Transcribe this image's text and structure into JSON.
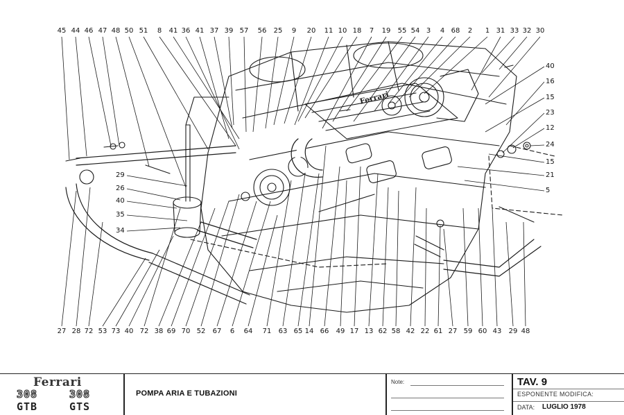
{
  "diagram": {
    "subject": "Ferrari 308 air pump and hoses exploded view",
    "top_labels": [
      "45",
      "44",
      "46",
      "47",
      "48",
      "50",
      "51",
      "8",
      "41",
      "36",
      "41",
      "37",
      "39",
      "57",
      "56",
      "25",
      "9",
      "20",
      "11",
      "10",
      "18",
      "7",
      "19",
      "55",
      "54",
      "3",
      "4",
      "68",
      "2",
      "1",
      "31",
      "33",
      "32",
      "30"
    ],
    "right_labels": [
      "40",
      "16",
      "15",
      "23",
      "12",
      "24",
      "15",
      "21",
      "5"
    ],
    "left_labels": [
      "29",
      "26",
      "40",
      "35",
      "34"
    ],
    "bottom_labels": [
      "27",
      "28",
      "72",
      "53",
      "73",
      "40",
      "72",
      "38",
      "69",
      "70",
      "52",
      "67",
      "6",
      "64",
      "71",
      "63",
      "65",
      "14",
      "66",
      "49",
      "17",
      "13",
      "62",
      "58",
      "42",
      "22",
      "61",
      "27",
      "59",
      "60",
      "43",
      "29",
      "48"
    ],
    "engraving": "Ferrari"
  },
  "titleblock": {
    "brand": "Ferrari",
    "models": [
      {
        "number": "308",
        "variant": "GTB"
      },
      {
        "number": "308",
        "variant": "GTS"
      }
    ],
    "title": "POMPA ARIA  E TUBAZIONI",
    "note_label": "Note:",
    "table": "TAV. 9",
    "esponente_label": "ESPONENTE  MODIFICA:",
    "date_label": "DATA:",
    "date_value": "LUGLIO 1978"
  }
}
